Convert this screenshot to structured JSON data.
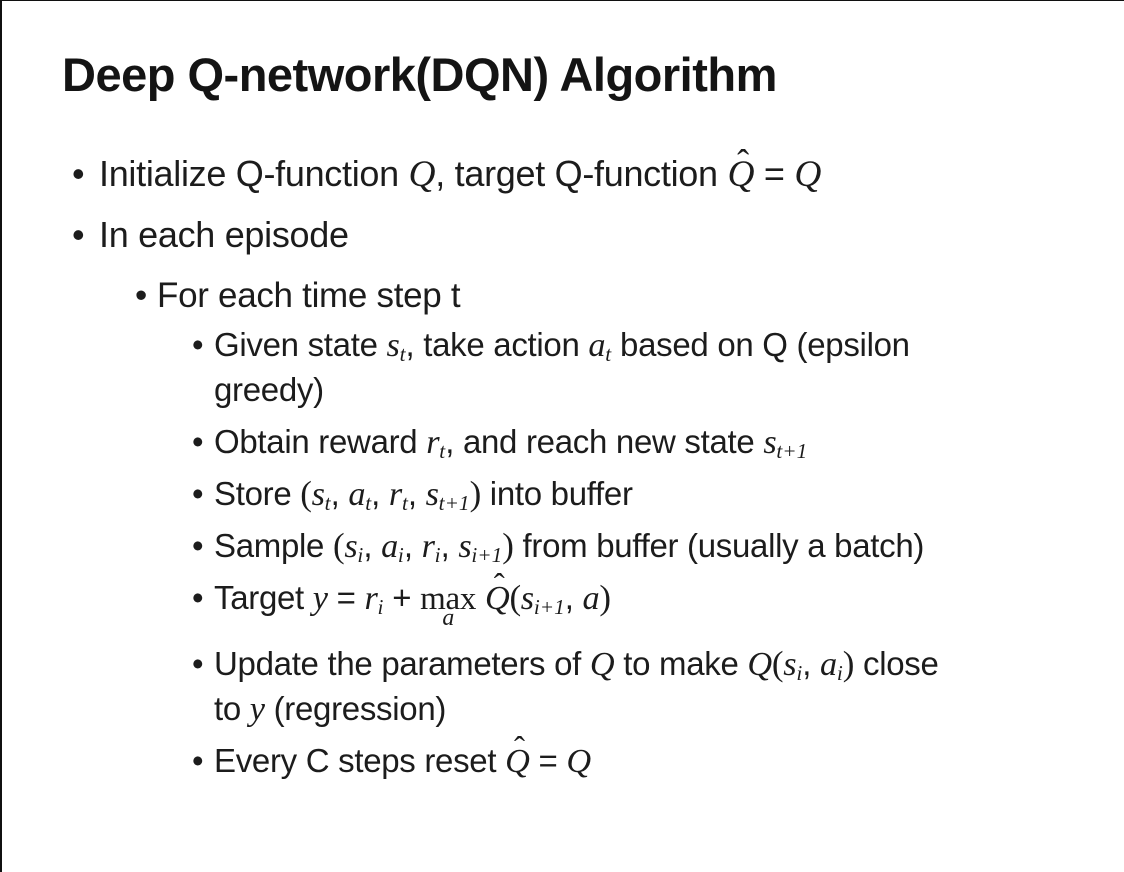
{
  "slide": {
    "title": "Deep Q-network(DQN) Algorithm",
    "bullet_glyph": "•",
    "hat_glyph": "ˆ",
    "bullets": [
      {
        "level": 1,
        "segments": [
          {
            "t": "Initialize Q-function "
          },
          {
            "m": "Q"
          },
          {
            "t": ", target Q-function "
          },
          {
            "hat": "Q"
          },
          {
            "t": " = "
          },
          {
            "m": "Q"
          }
        ]
      },
      {
        "level": 1,
        "segments": [
          {
            "t": "In each episode"
          }
        ]
      },
      {
        "level": 2,
        "segments": [
          {
            "t": "For each time step t"
          }
        ]
      },
      {
        "level": 3,
        "segments": [
          {
            "t": "Given state "
          },
          {
            "m": "s",
            "sub": "t"
          },
          {
            "t": ", take action "
          },
          {
            "m": "a",
            "sub": "t"
          },
          {
            "t": " based on Q (epsilon"
          },
          {
            "br": true
          },
          {
            "t": "greedy)"
          }
        ]
      },
      {
        "level": 3,
        "segments": [
          {
            "t": "Obtain reward "
          },
          {
            "m": "r",
            "sub": "t"
          },
          {
            "t": ", and reach new state "
          },
          {
            "m": "s",
            "sub": "t+1"
          }
        ]
      },
      {
        "level": 3,
        "segments": [
          {
            "t": "Store "
          },
          {
            "p": "("
          },
          {
            "m": "s",
            "sub": "t"
          },
          {
            "t": ", "
          },
          {
            "m": "a",
            "sub": "t"
          },
          {
            "t": ", "
          },
          {
            "m": "r",
            "sub": "t"
          },
          {
            "t": ", "
          },
          {
            "m": "s",
            "sub": "t+1"
          },
          {
            "p": ")"
          },
          {
            "t": " into buffer"
          }
        ]
      },
      {
        "level": 3,
        "segments": [
          {
            "t": "Sample "
          },
          {
            "p": "("
          },
          {
            "m": "s",
            "sub": "i"
          },
          {
            "t": ", "
          },
          {
            "m": "a",
            "sub": "i"
          },
          {
            "t": ", "
          },
          {
            "m": "r",
            "sub": "i"
          },
          {
            "t": ", "
          },
          {
            "m": "s",
            "sub": "i+1"
          },
          {
            "p": ")"
          },
          {
            "t": " from buffer (usually a batch)"
          }
        ]
      },
      {
        "level": 3,
        "gap_after": true,
        "segments": [
          {
            "t": "Target "
          },
          {
            "m": "y"
          },
          {
            "t": " = "
          },
          {
            "m": "r",
            "sub": "i"
          },
          {
            "t": " + "
          },
          {
            "maxu": "a",
            "word": "max"
          },
          {
            "t": " "
          },
          {
            "hat": "Q"
          },
          {
            "p": "("
          },
          {
            "m": "s",
            "sub": "i+1"
          },
          {
            "t": ", "
          },
          {
            "m": "a"
          },
          {
            "p": ")"
          }
        ]
      },
      {
        "level": 3,
        "segments": [
          {
            "t": "Update the parameters of "
          },
          {
            "m": "Q"
          },
          {
            "t": " to make "
          },
          {
            "m": "Q"
          },
          {
            "p": "("
          },
          {
            "m": "s",
            "sub": "i"
          },
          {
            "t": ", "
          },
          {
            "m": "a",
            "sub": "i"
          },
          {
            "p": ")"
          },
          {
            "t": " close"
          },
          {
            "br": true
          },
          {
            "t": "to "
          },
          {
            "m": "y"
          },
          {
            "t": " (regression)"
          }
        ]
      },
      {
        "level": 3,
        "segments": [
          {
            "t": "Every C steps reset "
          },
          {
            "hat": "Q"
          },
          {
            "t": " = "
          },
          {
            "m": "Q"
          }
        ]
      }
    ]
  }
}
